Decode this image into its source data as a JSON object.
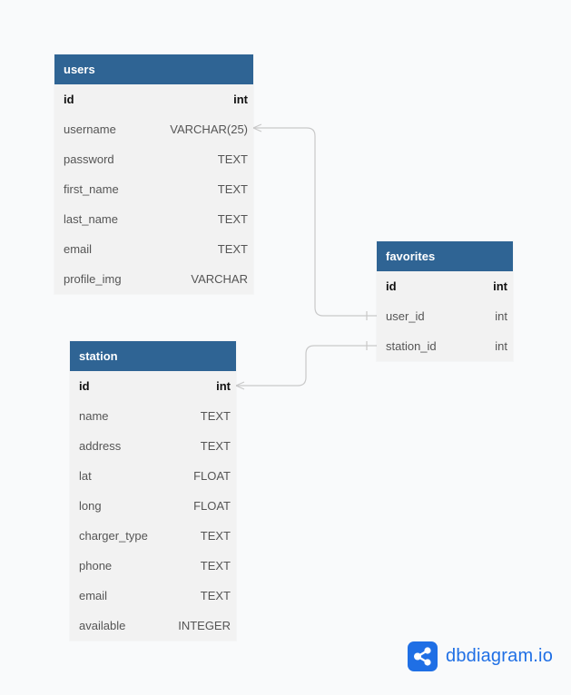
{
  "colors": {
    "header_bg": "#2f6494",
    "header_text": "#ffffff",
    "body_bg": "#f2f2f2",
    "connector": "#c9c9c9",
    "brand": "#1f6fe5"
  },
  "tables": {
    "users": {
      "name": "users",
      "fields": [
        {
          "name": "id",
          "type": "int"
        },
        {
          "name": "username",
          "type": "VARCHAR(25)"
        },
        {
          "name": "password",
          "type": "TEXT"
        },
        {
          "name": "first_name",
          "type": "TEXT"
        },
        {
          "name": "last_name",
          "type": "TEXT"
        },
        {
          "name": "email",
          "type": "TEXT"
        },
        {
          "name": "profile_img",
          "type": "VARCHAR"
        }
      ]
    },
    "station": {
      "name": "station",
      "fields": [
        {
          "name": "id",
          "type": "int"
        },
        {
          "name": "name",
          "type": "TEXT"
        },
        {
          "name": "address",
          "type": "TEXT"
        },
        {
          "name": "lat",
          "type": "FLOAT"
        },
        {
          "name": "long",
          "type": "FLOAT"
        },
        {
          "name": "charger_type",
          "type": "TEXT"
        },
        {
          "name": "phone",
          "type": "TEXT"
        },
        {
          "name": "email",
          "type": "TEXT"
        },
        {
          "name": "available",
          "type": "INTEGER"
        }
      ]
    },
    "favorites": {
      "name": "favorites",
      "fields": [
        {
          "name": "id",
          "type": "int"
        },
        {
          "name": "user_id",
          "type": "int"
        },
        {
          "name": "station_id",
          "type": "int"
        }
      ]
    }
  },
  "relationships": [
    {
      "from": "users.username",
      "to": "favorites.user_id",
      "from_end": "many",
      "to_end": "one"
    },
    {
      "from": "station.id",
      "to": "favorites.station_id",
      "from_end": "many",
      "to_end": "one"
    }
  ],
  "brand": {
    "name": "dbdiagram.io",
    "icon": "share-nodes-icon"
  }
}
